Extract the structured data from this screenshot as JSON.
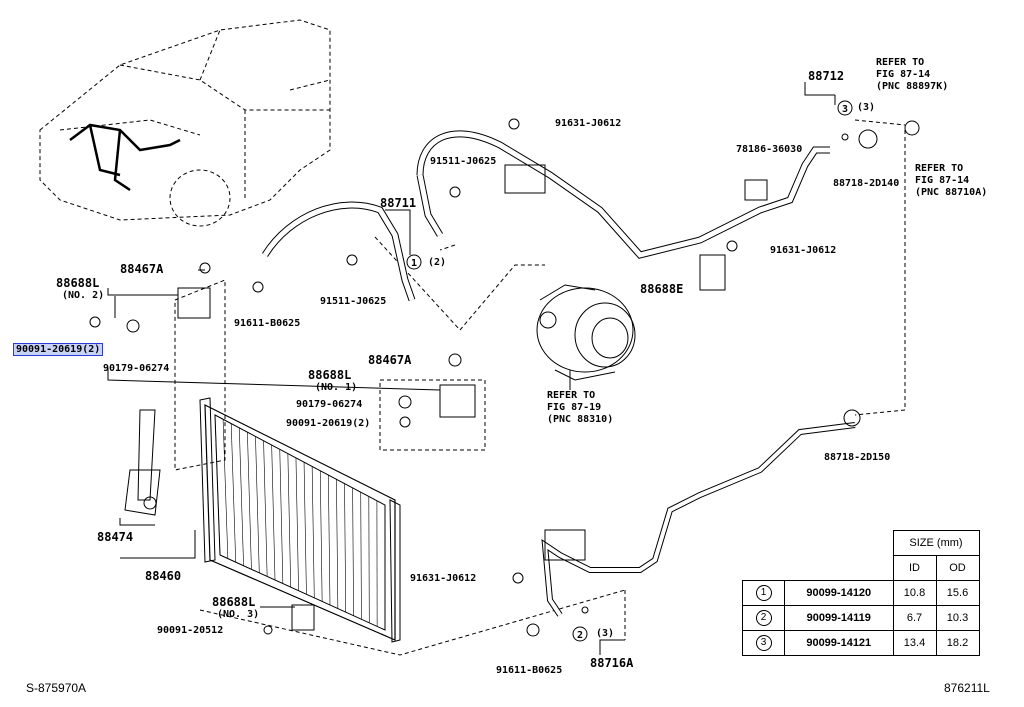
{
  "labels": {
    "p88712": "88712",
    "refer_8714_a": "REFER TO",
    "refer_8714_b": "FIG 87-14",
    "refer_8714_c": "(PNC 88897K)",
    "refer_8714_d": "REFER TO",
    "refer_8714_e": "FIG 87-14",
    "refer_8714_f": "(PNC 88710A)",
    "p3top": "(3)",
    "p91631a": "91631-J0612",
    "p78186": "78186-36030",
    "p88718_140": "88718-2D140",
    "p91511a": "91511-J0625",
    "p88711": "88711",
    "p2mid": "(2)",
    "p91631b": "91631-J0612",
    "p88688e": "88688E",
    "p88688l_2": "88688L",
    "p88688l_2n": "(NO. 2)",
    "p88467a_1": "88467A",
    "p90091_hl": "90091-20619(2)",
    "p90179_a": "90179-06274",
    "p91611a": "91611-B0625",
    "p91511b": "91511-J0625",
    "p88688l_1": "88688L",
    "p88688l_1n": "(NO. 1)",
    "p88467a_2": "88467A",
    "p90179_b": "90179-06274",
    "p90091_b": "90091-20619(2)",
    "refer_8719_a": "REFER TO",
    "refer_8719_b": "FIG 87-19",
    "refer_8719_c": "(PNC 88310)",
    "p88718_150": "88718-2D150",
    "p88474": "88474",
    "p88460": "88460",
    "p91631c": "91631-J0612",
    "p88688l_3": "88688L",
    "p88688l_3n": "(NO. 3)",
    "p90091_c": "90091-20512",
    "p91611b": "91611-B0625",
    "p3bot": "(3)",
    "p88716a": "88716A"
  },
  "size_table": {
    "header": "SIZE (mm)",
    "col_id": "ID",
    "col_od": "OD",
    "rows": [
      {
        "num": "1",
        "part": "90099-14120",
        "id": "10.8",
        "od": "15.6"
      },
      {
        "num": "2",
        "part": "90099-14119",
        "id": "6.7",
        "od": "10.3"
      },
      {
        "num": "3",
        "part": "90099-14121",
        "id": "13.4",
        "od": "18.2"
      }
    ]
  },
  "footer": {
    "left": "S-875970A",
    "right": "876211L"
  }
}
